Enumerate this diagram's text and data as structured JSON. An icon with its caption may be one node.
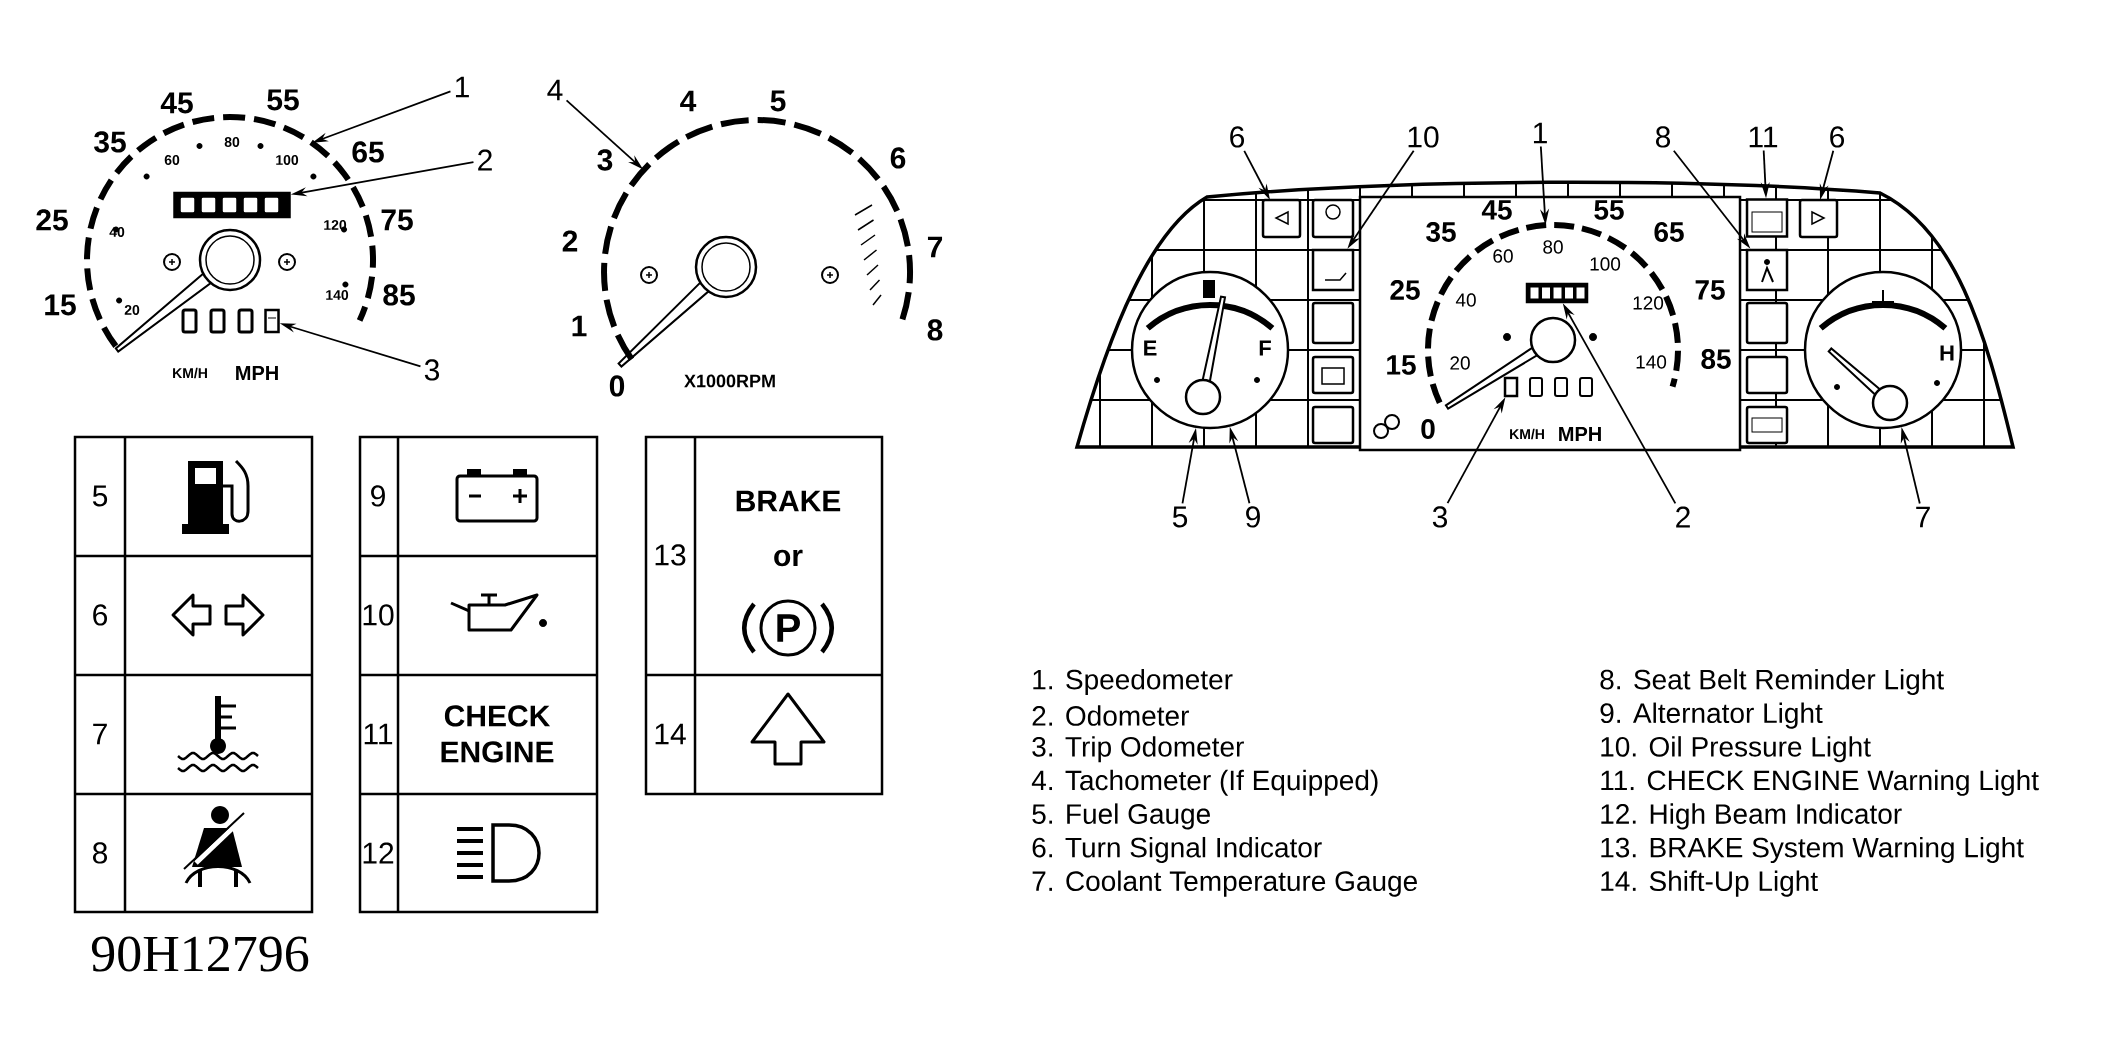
{
  "diagram": {
    "nodes": [
      {
        "text": [
          "1"
        ]
      },
      {
        "text": [
          "2"
        ]
      },
      {
        "text": [
          "3"
        ]
      },
      {
        "text": [
          "4"
        ]
      },
      {
        "text": [
          "6"
        ]
      },
      {
        "text": [
          "10"
        ]
      },
      {
        "text": [
          "1"
        ]
      },
      {
        "text": [
          "8"
        ]
      },
      {
        "text": [
          "11"
        ]
      },
      {
        "text": [
          "6"
        ]
      },
      {
        "text": [
          "5"
        ]
      },
      {
        "text": [
          "9"
        ]
      },
      {
        "text": [
          "3"
        ]
      },
      {
        "text": [
          "2"
        ]
      },
      {
        "text": [
          "7"
        ]
      },
      {
        "text": [],
        "shape": "box",
        "in": 24
      },
      {
        "text": [],
        "shape": "box",
        "in": 24
      },
      {
        "text": [],
        "shape": "box"
      },
      {
        "text": [],
        "shape": "box"
      },
      {
        "text": [],
        "shape": "box",
        "in": 26
      },
      {
        "text": [],
        "shape": "box"
      },
      {
        "text": [],
        "shape": "box",
        "in": 26
      },
      {
        "text": [],
        "shape": "circle"
      },
      {
        "text": [],
        "shape": "circle"
      },
      {
        "text": [],
        "shape": "dial"
      },
      {
        "text": [],
        "shape": "dial"
      },
      {
        "text": [],
        "shape": "dial"
      }
    ],
    "edges": [
      {
        "from": 0,
        "to": 24,
        "arrow": "to"
      },
      {
        "from": 1,
        "to": 15,
        "arrow": "to"
      },
      {
        "from": 2,
        "to": 16,
        "arrow": "to"
      },
      {
        "from": 3,
        "to": 25,
        "arrow": "to"
      },
      {
        "from": 4,
        "to": null,
        "arrow": "to"
      },
      {
        "from": 5,
        "to": 17,
        "arrow": "to"
      },
      {
        "from": 6,
        "to": 26,
        "arrow": "to"
      },
      {
        "from": 7,
        "to": 18,
        "arrow": "to"
      },
      {
        "from": 8,
        "to": 20,
        "arrow": "to"
      },
      {
        "from": 9,
        "to": null,
        "arrow": "to"
      },
      {
        "from": 10,
        "to": 22,
        "arrow": "to"
      },
      {
        "from": 11,
        "to": 22,
        "arrow": "to"
      },
      {
        "from": 12,
        "to": 19,
        "arrow": "to"
      },
      {
        "from": 13,
        "to": 21,
        "arrow": "to"
      },
      {
        "from": 14,
        "to": 23,
        "arrow": "to"
      }
    ],
    "labels": [
      "15",
      "25",
      "35",
      "45",
      "55",
      "65",
      "75",
      "85",
      "20",
      "40",
      "60",
      "80",
      "100",
      "120",
      "140",
      "KM/H",
      "MPH",
      "0",
      "1",
      "2",
      "3",
      "4",
      "5",
      "6",
      "7",
      "8",
      "X1000RPM",
      "5",
      "9",
      "13",
      "BRAKE",
      "or",
      "6",
      "10",
      "P",
      "7",
      "11",
      "CHECK ENGINE",
      "14",
      "8",
      "12",
      "90H12796",
      "15",
      "25",
      "35",
      "45",
      "55",
      "65",
      "75",
      "85",
      "0",
      "20",
      "40",
      "60",
      "80",
      "100",
      "120",
      "140",
      "KM/H",
      "MPH",
      "E",
      "F",
      "H",
      "1. Speedometer",
      "2. Odometer",
      "3. Trip Odometer",
      "4. Tachometer (If Equipped)",
      "5. Fuel Gauge",
      "6. Turn Signal Indicator",
      "7. Coolant Temperature Gauge",
      "8. Seat Belt Reminder Light",
      "9. Alternator Light",
      "10. Oil Pressure Light",
      "11. CHECK ENGINE Warning Light",
      "12. High Beam Indicator",
      "13. BRAKE System Warning Light",
      "14. Shift-Up Light"
    ]
  }
}
